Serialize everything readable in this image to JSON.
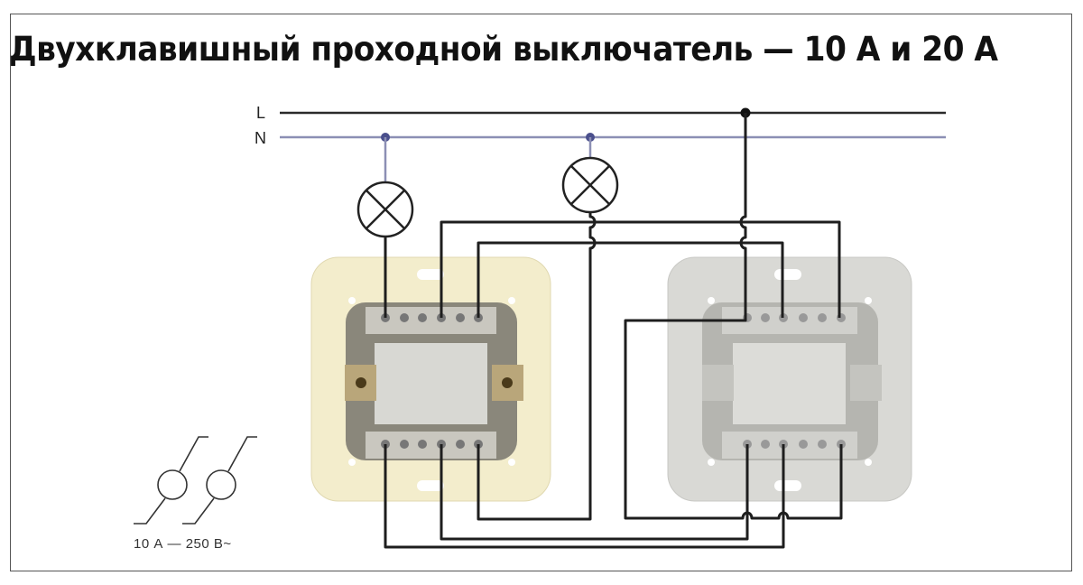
{
  "title": "Двухклавишный проходной выключатель — 10 А и 20 А",
  "lines": {
    "L": "L",
    "N": "N"
  },
  "rating": "10 А — 250 В~",
  "colors": {
    "L_wire": "#2a2a2a",
    "N_wire": "#8c8fb4",
    "left_plate": "#f3edcc",
    "right_plate": "#d9d9d5",
    "wire": "#1e1e1e"
  }
}
